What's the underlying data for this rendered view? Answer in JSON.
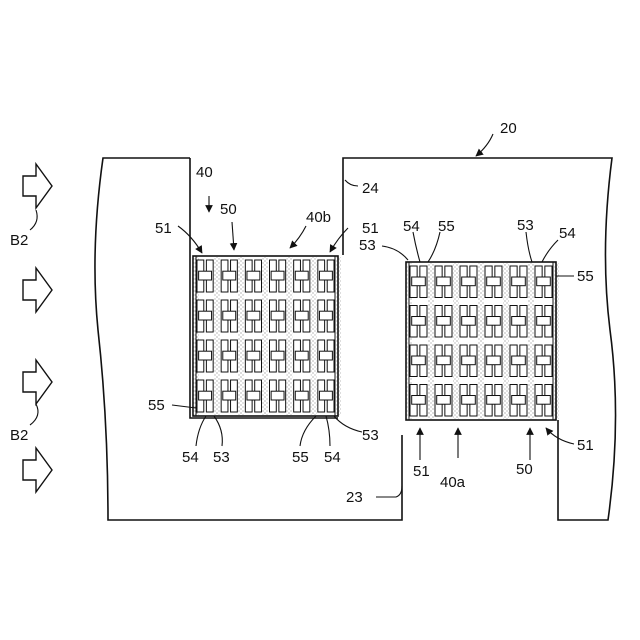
{
  "figure": {
    "labels": {
      "body": "20",
      "face_24": "24",
      "face_23": "23",
      "flow_upper": "B2",
      "flow_lower": "B2",
      "unit_left": "40",
      "unit_left_b": "40b",
      "unit_right_a": "40a",
      "structure_50": "50",
      "member_51": "51",
      "member_53": "53",
      "member_54": "54",
      "member_55": "55"
    },
    "icons": {
      "flow_arrow": "hollow-right-arrow-icon",
      "callout": "arrow-callout"
    },
    "colors": {
      "line": "#111111",
      "fill": "#ffffff",
      "stipple": "#555555"
    },
    "flow_arrow_count": 4
  }
}
